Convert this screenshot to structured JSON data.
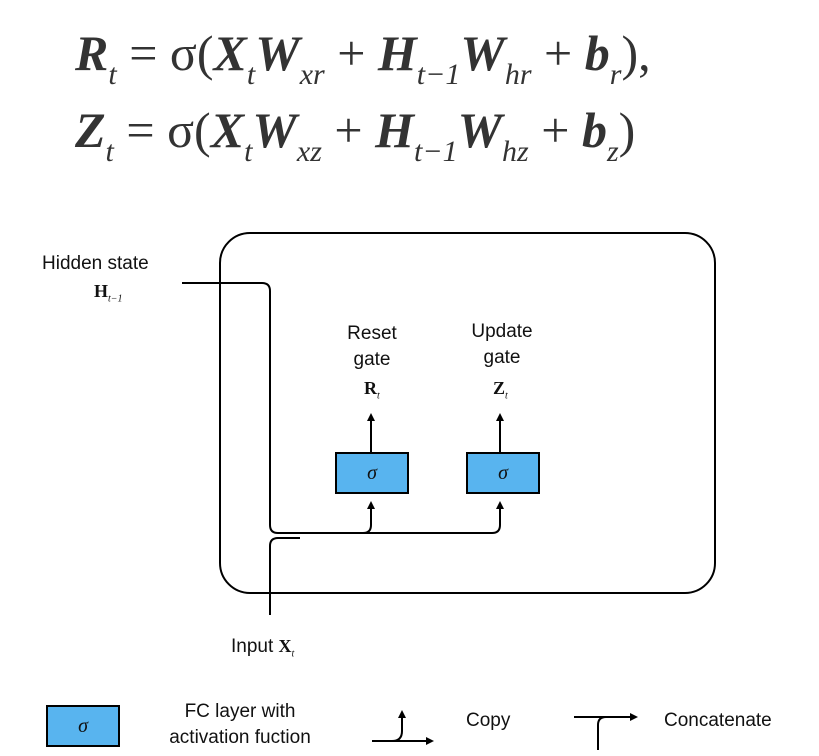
{
  "equations": {
    "reset": {
      "lhs": "R",
      "lhs_sub": "t",
      "eq": " = σ(",
      "x": "X",
      "x_sub": "t",
      "wx": "W",
      "wx_sub": "xr",
      "plus1": " + ",
      "h": "H",
      "h_sub": "t−1",
      "wh": "W",
      "wh_sub": "hr",
      "plus2": " + ",
      "b": "b",
      "b_sub": "r",
      "close": "),"
    },
    "update": {
      "lhs": "Z",
      "lhs_sub": "t",
      "eq": " = σ(",
      "x": "X",
      "x_sub": "t",
      "wx": "W",
      "wx_sub": "xz",
      "plus1": " + ",
      "h": "H",
      "h_sub": "t−1",
      "wh": "W",
      "wh_sub": "hz",
      "plus2": " + ",
      "b": "b",
      "b_sub": "z",
      "close": ")"
    }
  },
  "diagram": {
    "hidden_state_label": "Hidden state",
    "hidden_symbol": "H",
    "hidden_symbol_sub": "t−1",
    "reset_gate_line1": "Reset",
    "reset_gate_line2": "gate",
    "reset_symbol": "R",
    "reset_symbol_sub": "t",
    "update_gate_line1": "Update",
    "update_gate_line2": "gate",
    "update_symbol": "Z",
    "update_symbol_sub": "t",
    "sigma": "σ",
    "input_label": "Input ",
    "input_symbol": "X",
    "input_symbol_sub": "t"
  },
  "legend": {
    "sigma": "σ",
    "fc_line1": "FC layer with",
    "fc_line2": "activation fuction",
    "copy": "Copy",
    "concatenate": "Concatenate"
  },
  "colors": {
    "box_fill": "#58b4ef",
    "line": "#000000",
    "equation_text": "#333333"
  }
}
